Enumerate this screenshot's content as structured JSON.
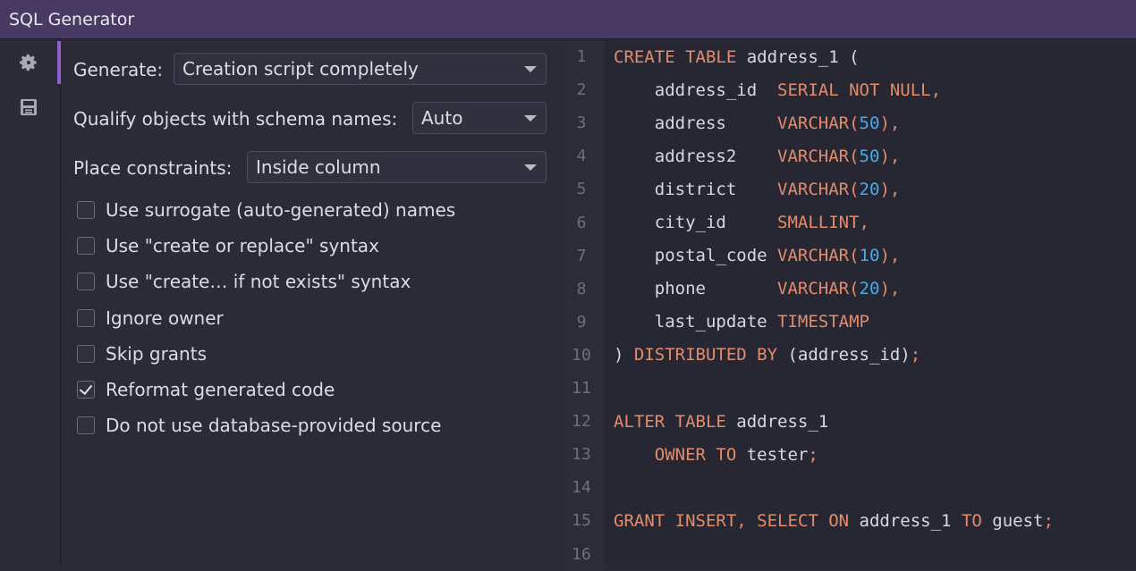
{
  "window": {
    "title": "SQL Generator"
  },
  "toolstrip": {
    "icons": [
      "gear-icon",
      "save-icon"
    ]
  },
  "options": {
    "generate": {
      "label": "Generate:",
      "value": "Creation script completely"
    },
    "qualify": {
      "label": "Qualify objects with schema names:",
      "value": "Auto"
    },
    "constraints": {
      "label": "Place constraints:",
      "value": "Inside column"
    },
    "checkboxes": [
      {
        "label": "Use surrogate (auto-generated) names",
        "checked": false
      },
      {
        "label": "Use \"create or replace\" syntax",
        "checked": false
      },
      {
        "label": "Use \"create… if not exists\" syntax",
        "checked": false
      },
      {
        "label": "Ignore owner",
        "checked": false
      },
      {
        "label": "Skip grants",
        "checked": false
      },
      {
        "label": "Reformat generated code",
        "checked": true
      },
      {
        "label": "Do not use database-provided source",
        "checked": false
      }
    ]
  },
  "editor": {
    "colors": {
      "keyword": "#e28c6c",
      "number": "#4aa9e8",
      "identifier": "#d8d8e0"
    },
    "lines": [
      {
        "n": "1",
        "tokens": [
          [
            "kw",
            "CREATE TABLE "
          ],
          [
            "id",
            "address_1 ("
          ]
        ]
      },
      {
        "n": "2",
        "tokens": [
          [
            "id",
            "    address_id  "
          ],
          [
            "kw",
            "SERIAL NOT NULL,"
          ]
        ]
      },
      {
        "n": "3",
        "tokens": [
          [
            "id",
            "    address     "
          ],
          [
            "kw",
            "VARCHAR("
          ],
          [
            "num",
            "50"
          ],
          [
            "kw",
            "),"
          ]
        ]
      },
      {
        "n": "4",
        "tokens": [
          [
            "id",
            "    address2    "
          ],
          [
            "kw",
            "VARCHAR("
          ],
          [
            "num",
            "50"
          ],
          [
            "kw",
            "),"
          ]
        ]
      },
      {
        "n": "5",
        "tokens": [
          [
            "id",
            "    district    "
          ],
          [
            "kw",
            "VARCHAR("
          ],
          [
            "num",
            "20"
          ],
          [
            "kw",
            "),"
          ]
        ]
      },
      {
        "n": "6",
        "tokens": [
          [
            "id",
            "    city_id     "
          ],
          [
            "kw",
            "SMALLINT,"
          ]
        ]
      },
      {
        "n": "7",
        "tokens": [
          [
            "id",
            "    postal_code "
          ],
          [
            "kw",
            "VARCHAR("
          ],
          [
            "num",
            "10"
          ],
          [
            "kw",
            "),"
          ]
        ]
      },
      {
        "n": "8",
        "tokens": [
          [
            "id",
            "    phone       "
          ],
          [
            "kw",
            "VARCHAR("
          ],
          [
            "num",
            "20"
          ],
          [
            "kw",
            "),"
          ]
        ]
      },
      {
        "n": "9",
        "tokens": [
          [
            "id",
            "    last_update "
          ],
          [
            "kw",
            "TIMESTAMP"
          ]
        ]
      },
      {
        "n": "10",
        "tokens": [
          [
            "id",
            ") "
          ],
          [
            "kw",
            "DISTRIBUTED BY "
          ],
          [
            "id",
            "(address_id)"
          ],
          [
            "kw",
            ";"
          ]
        ]
      },
      {
        "n": "11",
        "tokens": []
      },
      {
        "n": "12",
        "tokens": [
          [
            "kw",
            "ALTER TABLE "
          ],
          [
            "id",
            "address_1"
          ]
        ]
      },
      {
        "n": "13",
        "tokens": [
          [
            "kw",
            "    OWNER TO "
          ],
          [
            "id",
            "tester"
          ],
          [
            "kw",
            ";"
          ]
        ]
      },
      {
        "n": "14",
        "tokens": []
      },
      {
        "n": "15",
        "tokens": [
          [
            "kw",
            "GRANT INSERT, SELECT ON "
          ],
          [
            "id",
            "address_1 "
          ],
          [
            "kw",
            "TO "
          ],
          [
            "id",
            "guest"
          ],
          [
            "kw",
            ";"
          ]
        ]
      },
      {
        "n": "16",
        "tokens": []
      }
    ]
  }
}
